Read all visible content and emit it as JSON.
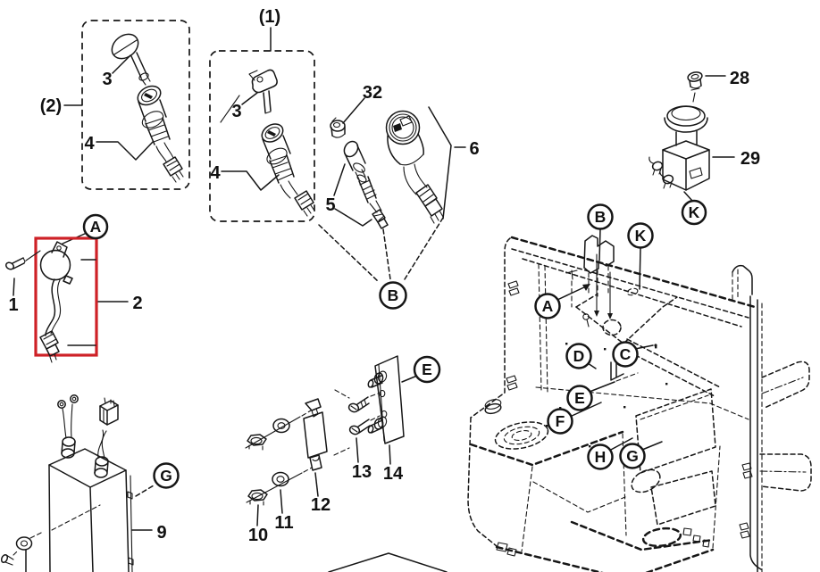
{
  "colors": {
    "line": "#161616",
    "highlight_box": "#ce2127",
    "background": "#ffffff"
  },
  "assembly_groups": {
    "group_1_label": "(1)",
    "group_2_label": "(2)"
  },
  "part_labels": {
    "horn_screw": "1",
    "horn": "2",
    "key": "3",
    "lock_cylinder": "4",
    "sensor": "5",
    "hour_meter": "6",
    "battery": "9",
    "nut": "10",
    "washer": "11",
    "fuse_link": "12",
    "terminal_screw": "13",
    "terminal_block": "14",
    "button_screw": "28",
    "push_button_switch": "29",
    "grommet": "32"
  },
  "reference_callouts": {
    "A": "A",
    "B": "B",
    "C": "C",
    "D": "D",
    "E": "E",
    "F": "F",
    "G": "G",
    "H": "H",
    "K": "K"
  }
}
